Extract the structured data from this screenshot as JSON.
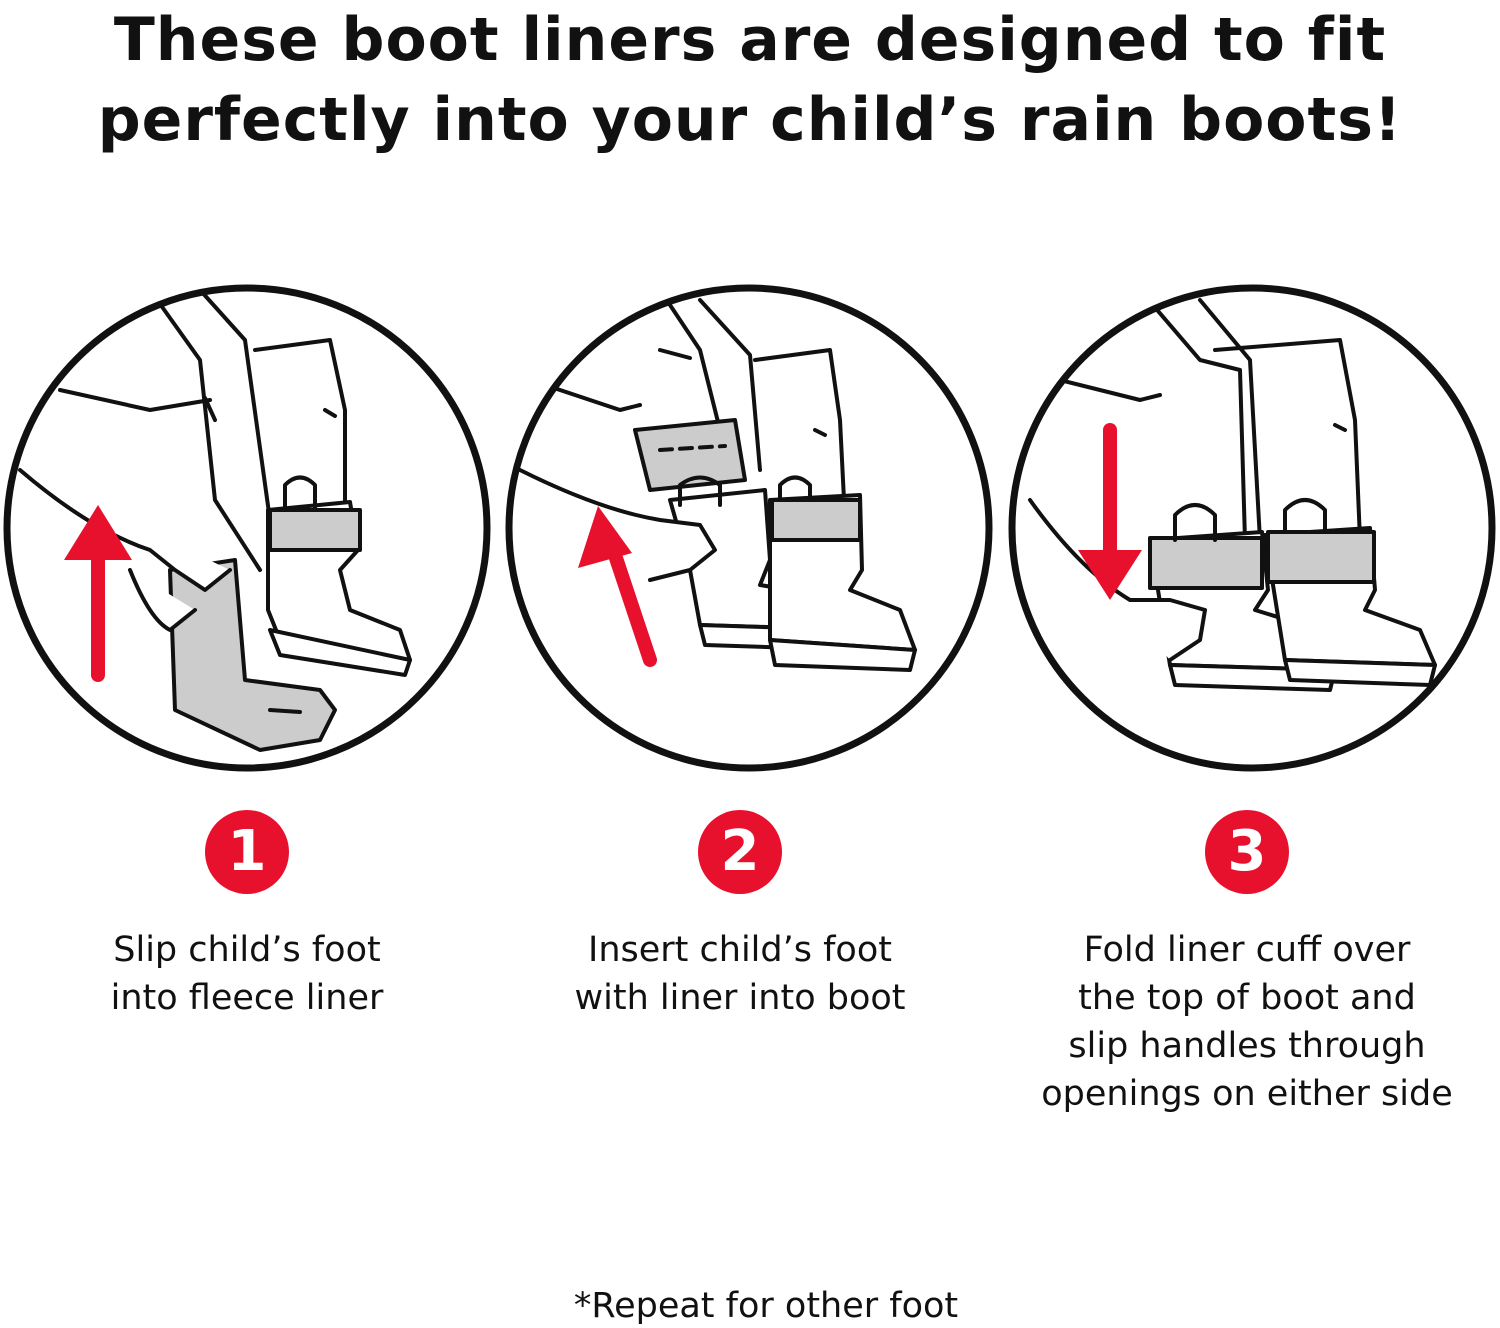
{
  "headline": {
    "line1": "These boot liners are designed to fit",
    "line2": "perfectly into your child’s rain boots!"
  },
  "colors": {
    "accent_red": "#e8112d",
    "ink": "#111111",
    "liner_gray": "#cccccc"
  },
  "steps": [
    {
      "number": "1",
      "arrow_direction": "up",
      "caption_lines": [
        "Slip child’s foot",
        "into fleece liner"
      ]
    },
    {
      "number": "2",
      "arrow_direction": "up",
      "caption_lines": [
        "Insert child’s foot",
        "with liner into boot"
      ]
    },
    {
      "number": "3",
      "arrow_direction": "down",
      "caption_lines": [
        "Fold liner cuff over",
        "the top of boot and",
        "slip handles through",
        "openings on either side"
      ]
    }
  ],
  "footnote": "*Repeat for other foot"
}
